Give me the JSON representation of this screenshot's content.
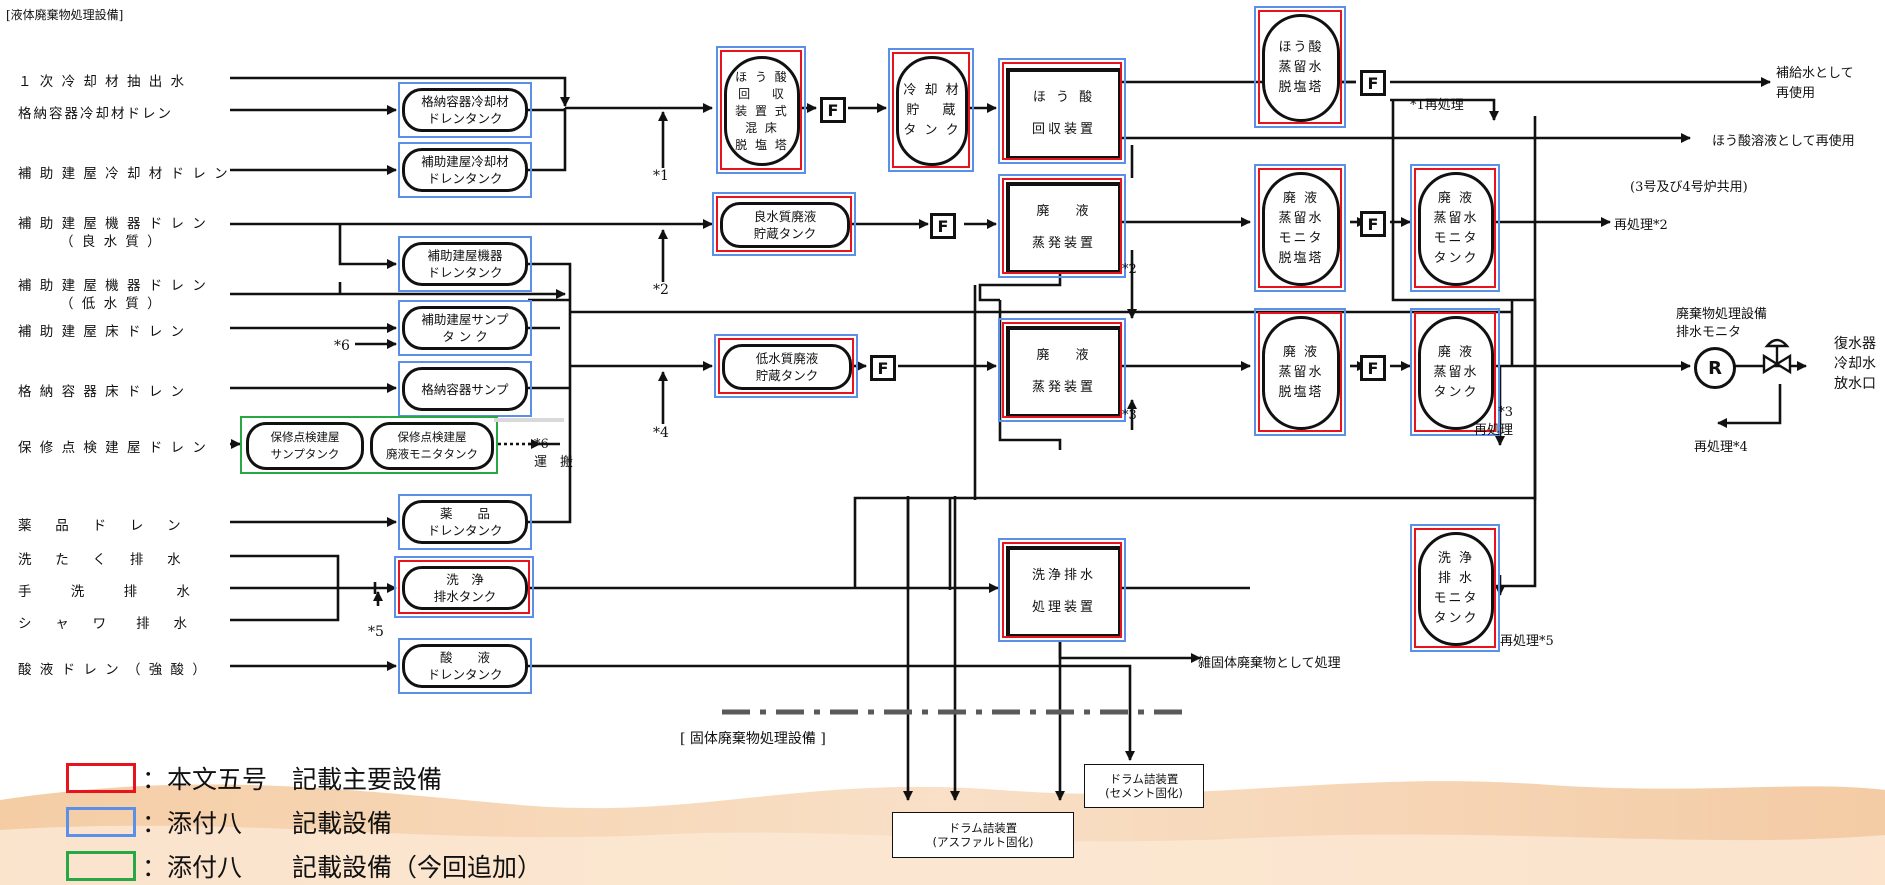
{
  "header": {
    "title": "[液体廃棄物処理設備]"
  },
  "sources": [
    {
      "id": "s1",
      "label": "１ 次 冷 却 材 抽 出 水"
    },
    {
      "id": "s2",
      "label": "格納容器冷却材ドレン"
    },
    {
      "id": "s3",
      "label": "補 助 建 屋 冷 却 材 ド レ ン"
    },
    {
      "id": "s4a",
      "label": "補 助 建 屋 機 器 ド レ ン"
    },
    {
      "id": "s4b",
      "label": "（ 良 水 質 ）"
    },
    {
      "id": "s5a",
      "label": "補 助 建 屋 機 器 ド レ ン"
    },
    {
      "id": "s5b",
      "label": "（ 低 水 質 ）"
    },
    {
      "id": "s6",
      "label": "補 助 建 屋 床 ド レ ン"
    },
    {
      "id": "s7",
      "label": "格 納 容 器 床 ド レ ン"
    },
    {
      "id": "s8",
      "label": "保 修 点 検 建 屋 ド レ ン"
    },
    {
      "id": "s9",
      "label": "薬　 品 　ド　 レ 　ン"
    },
    {
      "id": "s10",
      "label": "洗　 た　 く　 排 　水"
    },
    {
      "id": "s11",
      "label": "手　　 洗　　 排　　 水"
    },
    {
      "id": "s12",
      "label": "シ　 ャ 　ワ 　 排　 水"
    },
    {
      "id": "s13",
      "label": "酸 液 ド レ ン （ 強 酸 ）"
    }
  ],
  "tanks": {
    "t1": "格納容器冷却材\nドレンタンク",
    "t2": "補助建屋冷却材\nドレンタンク",
    "t3": "補助建屋機器\nドレンタンク",
    "t4": "補助建屋サンプ\nタ ン ク",
    "t5": "格納容器サンプ",
    "t6": "保修点検建屋\nサンプタンク",
    "t7": "保修点検建屋\n廃液モニタタンク",
    "t8": "薬　　品\nドレンタンク",
    "t9": "洗　浄\n排水タンク",
    "t10": "酸　　液\nドレンタンク",
    "t11": "良水質廃液\n貯蔵タンク",
    "t12": "低水質廃液\n貯蔵タンク"
  },
  "vtanks": {
    "v1": "ほ う 酸\n回　 収\n装 置 式\n混 床\n脱 塩 塔",
    "v2": "冷 却 材\n貯 　蔵\nタ ン ク",
    "v3": "ほう酸\n蒸留水\n脱塩塔",
    "v4": "廃 液\n蒸留水\nモニタ\n脱塩塔",
    "v5": "廃 液\n蒸留水\nモニタ\nタンク",
    "v6": "廃 液\n蒸留水\n脱塩塔",
    "v7": "廃 液\n蒸留水\nタンク",
    "v8": "洗 浄\n排 水\nモニタ\nタンク"
  },
  "equipment": {
    "e1": "ほ う 酸\n回収装置",
    "e2": "廃　 液\n蒸発装置",
    "e3": "廃　 液\n蒸発装置",
    "e4": "洗浄排水\n処理装置"
  },
  "filter_label": "F",
  "monitor_label": "R",
  "annotations": {
    "a1": "*1",
    "a2": "*2",
    "a3": "*4",
    "a4": "*6",
    "a5": "*5",
    "n_transport": "*6\n運　搬",
    "n_sep2": "*2",
    "n_sep3": "*3",
    "reprocess1": "*1再処理",
    "reprocess2": "再処理*2",
    "reprocess3": "*3\n再処理",
    "reprocess4": "再処理*4",
    "reprocess5": "再処理*5",
    "out_makeup": "補給水として\n再使用",
    "out_boric": "ほう酸溶液として再使用",
    "out_shared": "(3号及び4号炉共用)",
    "out_solid": "雑固体廃棄物として処理",
    "monitor_title": "廃棄物処理設備\n排水モニタ",
    "discharge": "復水器\n冷却水\n放水口",
    "solid_section": "[ 固体廃棄物処理設備 ]",
    "drum_cement": "ドラム詰装置\n(セメント固化)",
    "drum_asphalt": "ドラム詰装置\n(アスファルト固化)"
  },
  "legend": [
    {
      "color": "#e8141d",
      "text": "：本文五号　記載主要設備"
    },
    {
      "color": "#5b8fe8",
      "text": "：添付八　　記載設備"
    },
    {
      "color": "#27a844",
      "text": "：添付八　　記載設備（今回追加）"
    }
  ]
}
